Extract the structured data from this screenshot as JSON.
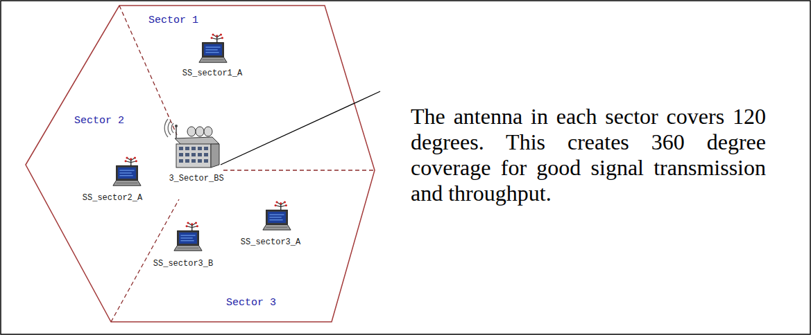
{
  "diagram": {
    "labels": [
      "Sector 1",
      "SS_sector1_A",
      "Sector 2",
      "SS_sector2_A",
      "3_Sector_BS",
      "SS_sector3_A",
      "SS_sector3_B",
      "Sector 3",
      "The antenna in each sector covers 120 degrees. This creates 360 degree coverage for good signal transmission and throughput."
    ]
  }
}
